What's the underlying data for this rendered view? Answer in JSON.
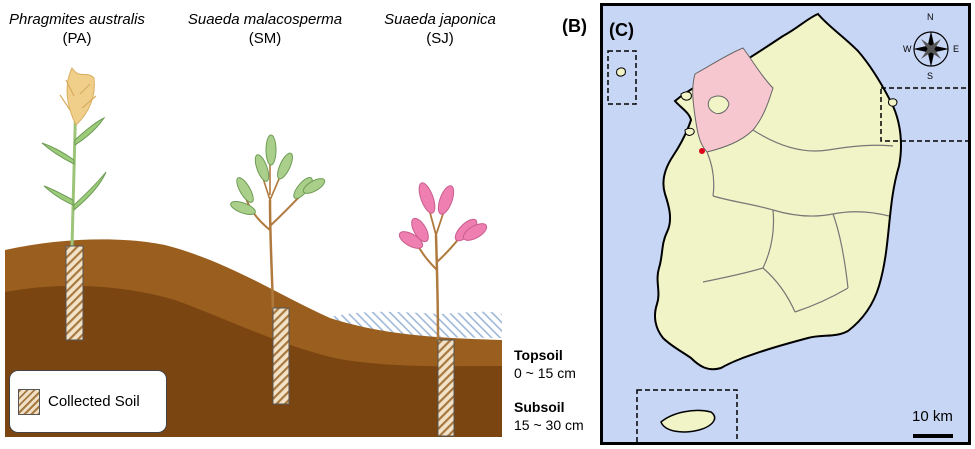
{
  "plants": [
    {
      "scientific_name": "Phragmites australis",
      "abbr": "(PA)"
    },
    {
      "scientific_name": "Suaeda malacosperma",
      "abbr": "(SM)"
    },
    {
      "scientific_name": "Suaeda japonica",
      "abbr": "(SJ)"
    }
  ],
  "soil_layers": {
    "topsoil": {
      "name": "Topsoil",
      "depth": "0 ~ 15 cm"
    },
    "subsoil": {
      "name": "Subsoil",
      "depth": "15 ~ 30 cm"
    }
  },
  "legend": {
    "label": "Collected Soil"
  },
  "panels": {
    "b": "(B)",
    "c": "(C)"
  },
  "compass": {
    "n": "N",
    "s": "S",
    "e": "E",
    "w": "W"
  },
  "scale": {
    "label": "10 km"
  },
  "colors": {
    "topsoil": "#9a5f1e",
    "subsoil": "#7a4511",
    "sea": "#c8d6f5",
    "land": "#f0f4c6",
    "highlight_region": "#f6c7cf",
    "pa_panicle": "#f0cf8a",
    "sm_leaf": "#a9cf8a",
    "sj_leaf": "#ee7fb0"
  }
}
